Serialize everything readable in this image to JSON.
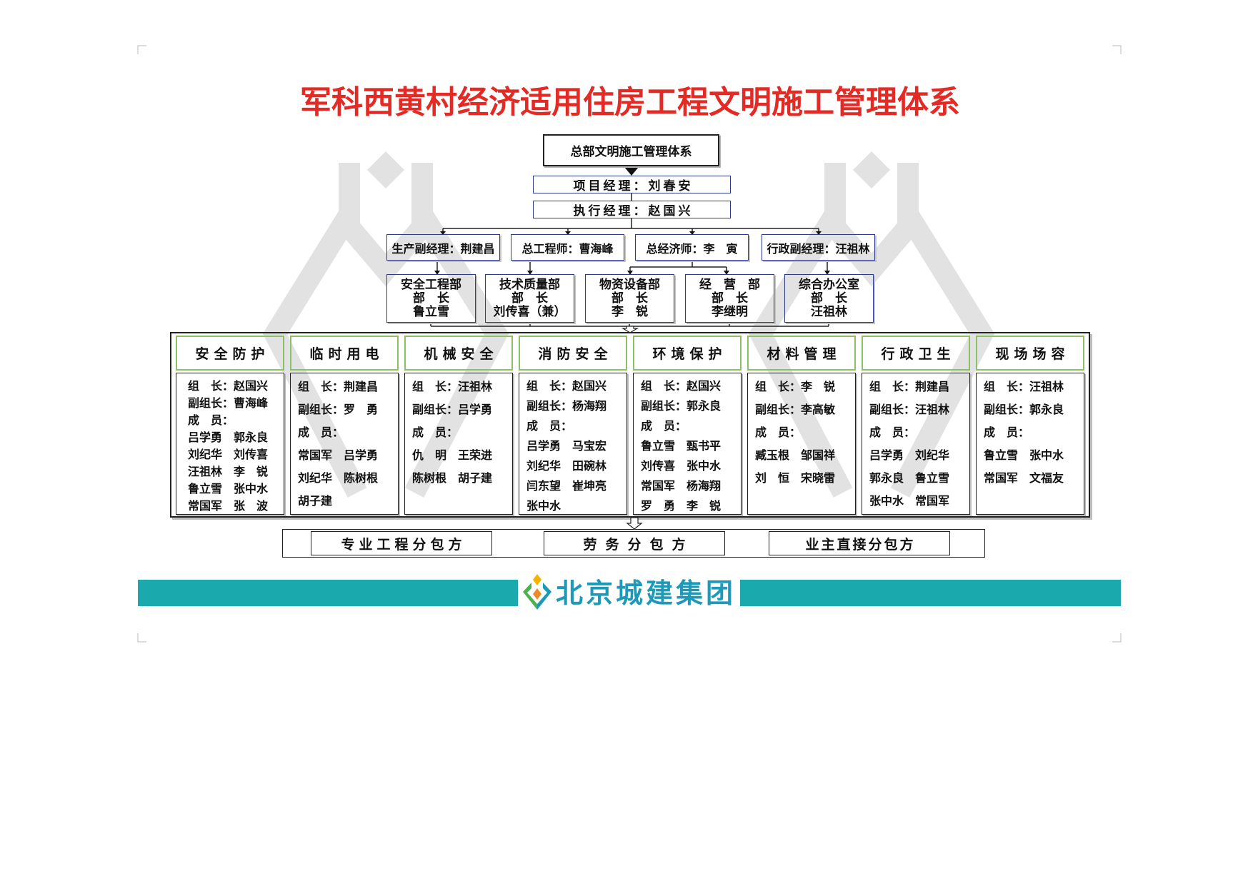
{
  "title": "军科西黄村经济适用住房工程文明施工管理体系",
  "headquarters": "总部文明施工管理体系",
  "project_manager": "项目经理：刘春安",
  "executive_manager": "执行经理：赵国兴",
  "deputies": [
    "生产副经理：荆建昌",
    "总工程师：曹海峰",
    "总经济师：李　寅",
    "行政副经理：汪祖林"
  ],
  "departments": [
    {
      "name": "安全工程部",
      "role": "部　长",
      "head": "鲁立雪"
    },
    {
      "name": "技术质量部",
      "role": "部　长",
      "head": "刘传喜（兼）"
    },
    {
      "name": "物资设备部",
      "role": "部　长",
      "head": "李　锐"
    },
    {
      "name": "经　营　部",
      "role": "部　长",
      "head": "李继明"
    },
    {
      "name": "综合办公室",
      "role": "部　长",
      "head": "汪祖林"
    }
  ],
  "groups": [
    {
      "name": "安全防护",
      "lines": [
        "组　长：赵国兴",
        "副组长：曹海峰",
        "成　员：",
        "吕学勇　郭永良",
        "刘纪华　刘传喜",
        "汪祖林　李　锐",
        "鲁立雪　张中水",
        "常国军　张　波"
      ]
    },
    {
      "name": "临时用电",
      "lines": [
        "组　长：荆建昌",
        "副组长：罗　勇",
        "成　员：",
        "常国军　吕学勇",
        "刘纪华　陈树根",
        "胡子建"
      ]
    },
    {
      "name": "机械安全",
      "lines": [
        "组　长：汪祖林",
        "副组长：吕学勇",
        "成　员：",
        "仇　明　王荣进",
        "陈树根　胡子建"
      ]
    },
    {
      "name": "消防安全",
      "lines": [
        "组　长：赵国兴",
        "副组长：杨海翔",
        "成　员：",
        "吕学勇　马宝宏",
        "刘纪华　田碗林",
        "闫东望　崔坤亮",
        "张中水"
      ]
    },
    {
      "name": "环境保护",
      "lines": [
        "组　长：赵国兴",
        "副组长：郭永良",
        "成　员：",
        "鲁立雪　甄书平",
        "刘传喜　张中水",
        "常国军　杨海翔",
        "罗　勇　李　锐"
      ]
    },
    {
      "name": "材料管理",
      "lines": [
        "组　长：李　锐",
        "副组长：李高敏",
        "成　员：",
        "臧玉根　邹国祥",
        "刘　恒　宋晓雷"
      ]
    },
    {
      "name": "行政卫生",
      "lines": [
        "组　长：荆建昌",
        "副组长：汪祖林",
        "成　员：",
        "吕学勇　刘纪华",
        "郭永良　鲁立雪",
        "张中水　常国军"
      ]
    },
    {
      "name": "现场场容",
      "lines": [
        "组　长：汪祖林",
        "副组长：郭永良",
        "成　员：",
        "鲁立雪　张中水",
        "常国军　文福友"
      ]
    }
  ],
  "subcontractors": [
    "专业工程分包方",
    "劳务分包方",
    "业主直接分包方"
  ],
  "brand": {
    "name": "北京城建集团",
    "logo_icon": "logo-icon"
  },
  "colors": {
    "title": "#e42a25",
    "management_box_border": "#2e3a8c",
    "group_header_border": "#8cc063",
    "brand_band": "#1aa9ad",
    "brand_text": "#1e9ab8",
    "watermark": "#e2e2e2"
  }
}
